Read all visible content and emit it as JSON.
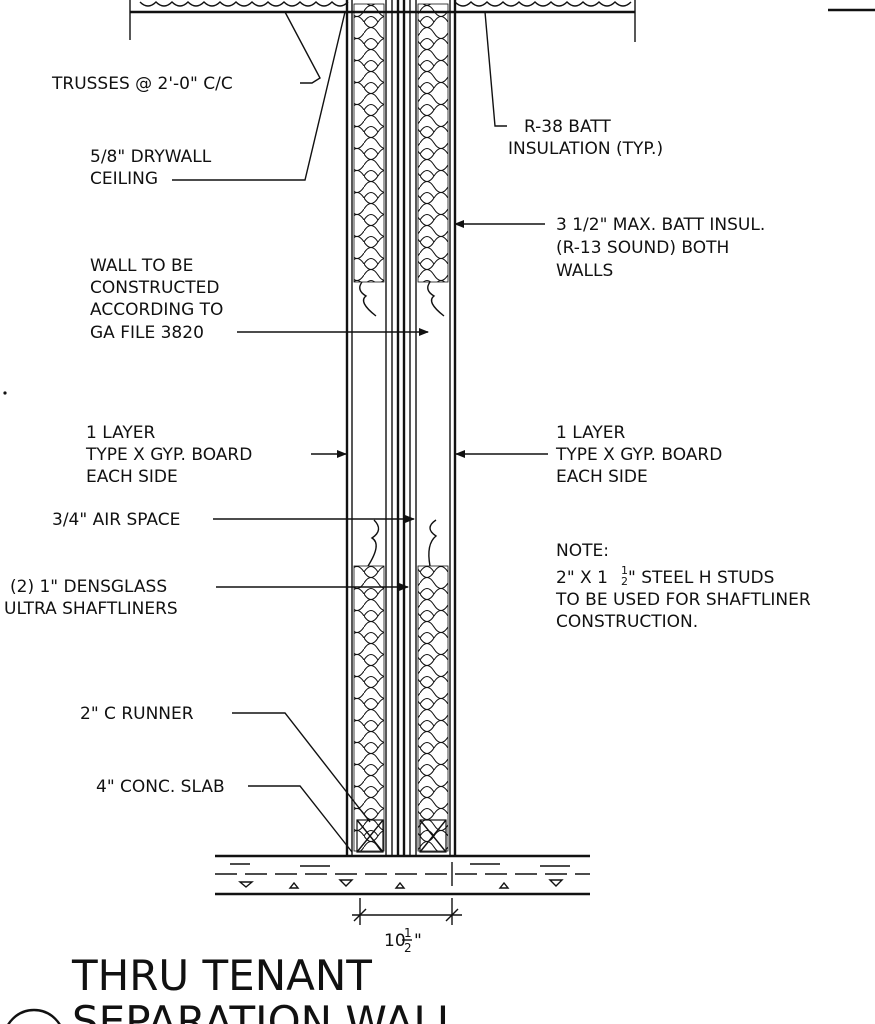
{
  "labels": {
    "trusses": "TRUSSES @ 2'-0\" C/C",
    "drywall_1": "5/8\" DRYWALL",
    "drywall_2": "CEILING",
    "r38_1": "R-38 BATT",
    "r38_2": "INSULATION (TYP.)",
    "batt_1": "3 1/2\" MAX. BATT INSUL.",
    "batt_2": "(R-13 SOUND) BOTH",
    "batt_3": "WALLS",
    "wall_1": "WALL TO BE",
    "wall_2": "CONSTRUCTED",
    "wall_3": "ACCORDING TO",
    "wall_4": "GA FILE 3820",
    "gyp_l1": "1 LAYER",
    "gyp_l2": "TYPE X GYP. BOARD",
    "gyp_l3": "EACH SIDE",
    "gyp_r1": "1 LAYER",
    "gyp_r2": "TYPE X GYP. BOARD",
    "gyp_r3": "EACH SIDE",
    "air": "3/4\" AIR SPACE",
    "dens_1": "(2) 1\" DENSGLASS",
    "dens_2": "ULTRA SHAFTLINERS",
    "note_head": "NOTE:",
    "note_1a": "2\" X 1",
    "note_1b": "1",
    "note_1c": "2",
    "note_1d": "\" STEEL H STUDS",
    "note_2": "TO BE USED FOR SHAFTLINER",
    "note_3": "CONSTRUCTION.",
    "runner": "2\" C RUNNER",
    "slab": "4\" CONC. SLAB",
    "dim_whole": "10",
    "dim_num": "1",
    "dim_den": "2",
    "dim_unit": "\"",
    "title_1": "THRU  TENANT",
    "title_2": "SEPARATION  WALL"
  }
}
